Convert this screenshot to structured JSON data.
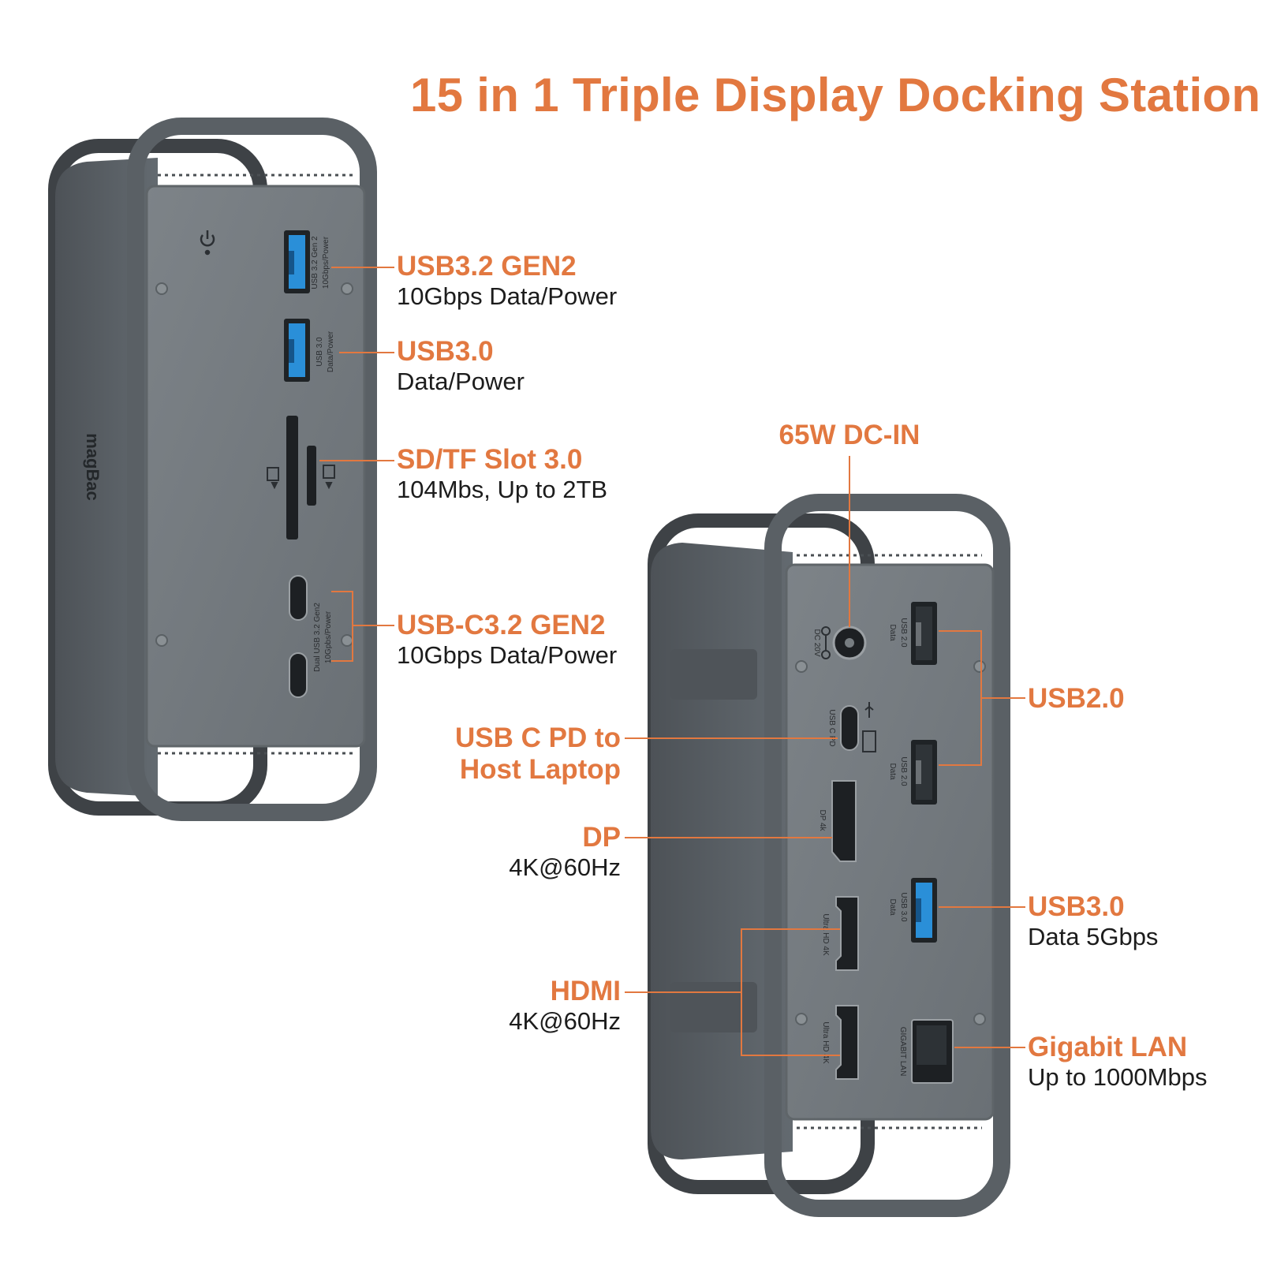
{
  "title": "15 in 1 Triple Display Docking Station",
  "brand": "magBac",
  "colors": {
    "accent": "#e27840",
    "body": "#5d6368",
    "panel": "#747a7f",
    "usb3_blue": "#2a8fd8",
    "text": "#1c1c1c"
  },
  "front_callouts": [
    {
      "head": "USB3.2 GEN2",
      "sub": "10Gbps Data/Power"
    },
    {
      "head": "USB3.0",
      "sub": "Data/Power"
    },
    {
      "head": "SD/TF Slot 3.0",
      "sub": "104Mbs, Up to 2TB"
    },
    {
      "head": "USB-C3.2 GEN2",
      "sub": "10Gbps Data/Power"
    }
  ],
  "rear_callouts": {
    "dc_in": {
      "head": "65W DC-IN"
    },
    "usbc_pd": {
      "head": "USB C PD to\nHost Laptop"
    },
    "dp": {
      "head": "DP",
      "sub": "4K@60Hz"
    },
    "hdmi": {
      "head": "HDMI",
      "sub": "4K@60Hz"
    },
    "usb2": {
      "head": "USB2.0"
    },
    "usb3": {
      "head": "USB3.0",
      "sub": "Data 5Gbps"
    },
    "lan": {
      "head": "Gigabit LAN",
      "sub": "Up to 1000Mbps"
    }
  },
  "port_labels": {
    "front_usb32": [
      "USB 3.2 Gen 2",
      "10Gbps/Power"
    ],
    "front_usb30": [
      "USB 3.0",
      "Data/Power"
    ],
    "front_usbc": [
      "Dual USB 3.2 Gen2",
      "10Gpbs/Power"
    ],
    "rear_dc": [
      "DC 20V"
    ],
    "rear_usb2_a": [
      "USB 2.0",
      "Data"
    ],
    "rear_usb2_b": [
      "USB 2.0",
      "Data"
    ],
    "rear_usbc": [
      "USB C PD"
    ],
    "rear_dp": [
      "DP 4k"
    ],
    "rear_hdmi_a": [
      "Ultra HD 4K"
    ],
    "rear_hdmi_b": [
      "Ultra HD 4K"
    ],
    "rear_usb3": [
      "USB 3.0",
      "Data"
    ],
    "rear_lan": [
      "GIGABIT LAN"
    ]
  },
  "icons": [
    "power-icon",
    "usb-icon",
    "sd-card-icon",
    "tf-card-icon",
    "dc-polarity-icon",
    "laptop-icon"
  ]
}
